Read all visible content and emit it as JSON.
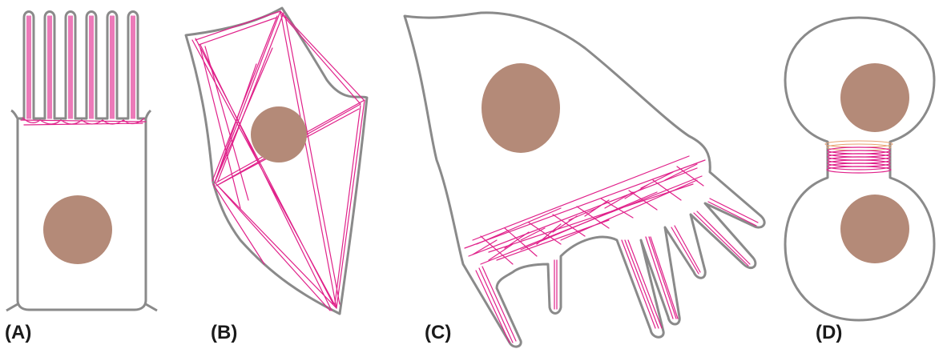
{
  "panels": [
    {
      "label": "(A)",
      "color_nucleus": "#b48a78"
    },
    {
      "label": "(B)",
      "color_nucleus": "#b48a78"
    },
    {
      "label": "(C)",
      "color_nucleus": "#b48a78"
    },
    {
      "label": "(D)",
      "color_nucleus": "#b48a78"
    }
  ],
  "colors": {
    "actin": "#e0218a",
    "membrane": "#8a8a8a",
    "nucleus": "#b48a78"
  }
}
